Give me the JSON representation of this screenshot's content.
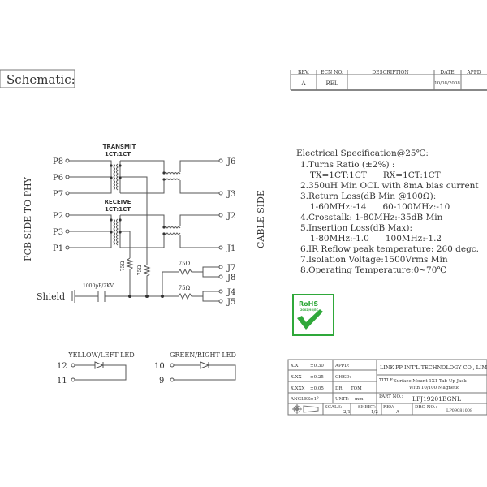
{
  "header": {
    "title": "Schematic:"
  },
  "revision_table": {
    "headers": [
      "REV.",
      "ECN NO.",
      "DESCRIPTION",
      "DATE",
      "APPD"
    ],
    "row": [
      "A",
      "REL",
      "",
      "10/08/2008",
      ""
    ]
  },
  "schematic": {
    "left_side_label": "PCB SIDE TO PHY",
    "right_side_label": "CABLE SIDE",
    "transmit_label": "TRANSMIT",
    "transmit_ratio": "1CT:1CT",
    "receive_label": "RECEIVE",
    "receive_ratio": "1CT:1CT",
    "pins_left": [
      "P8",
      "P6",
      "P7",
      "P2",
      "P3",
      "P1"
    ],
    "pins_right": [
      "J6",
      "J3",
      "J2",
      "J1",
      "J7",
      "J8",
      "J4",
      "J5"
    ],
    "resistor_value": "75Ω",
    "capacitor_label": "1000pF/2KV",
    "shield_label": "Shield"
  },
  "spec": {
    "title": "Electrical Specification@25℃:",
    "lines": [
      "1.Turns Ratio (±2%) :",
      "TX=1CT:1CT      RX=1CT:1CT",
      "2.350uH Min OCL with 8mA bias current",
      "3.Return Loss(dB Min @100Ω):",
      "1-60MHz:-14      60-100MHz:-10",
      "4.Crosstalk: 1-80MHz:-35dB Min",
      "5.Insertion Loss(dB Max):",
      "1-80MHz:-1.0      100MHz:-1.2",
      "6.IR Reflow peak temperature: 260 degc.",
      "7.Isolation Voltage:1500Vrms Min",
      "8.Operating Temperature:0~70℃"
    ]
  },
  "rohs": {
    "label": "RoHS",
    "sub": "2002/95/EC",
    "color": "#2fa83a"
  },
  "leds": {
    "yellow": {
      "label": "YELLOW/LEFT LED",
      "pin_a": "12",
      "pin_b": "11"
    },
    "green": {
      "label": "GREEN/RIGHT LED",
      "pin_a": "10",
      "pin_b": "9"
    }
  },
  "title_block": {
    "tol_x": "X.X",
    "tol_x_val": "±0.30",
    "tol_xx": "X.XX",
    "tol_xx_val": "±0.25",
    "tol_xxx": "X.XXX",
    "tol_xxx_val": "±0.05",
    "angles": "ANGLES",
    "angles_val": "±1°",
    "appd": "APPD:",
    "chkd": "CHKD:",
    "dr": "DR:",
    "dr_val": "TOM",
    "unit": "UNIT:",
    "unit_val": "mm",
    "company": "LINK-PP INT'L TECHNOLOGY CO., LIMITED",
    "title_label": "TITLE:",
    "title_line1": "Surface Mount 1X1 Tab-Up Jack",
    "title_line2": "With 10/100 Magnetic",
    "part_label": "PART NO.:",
    "part_no": "LPJ19201BGNL",
    "scale_label": "SCALE:",
    "scale_val": "2/1",
    "sheet_label": "SHEET:",
    "sheet_val": "1/2",
    "rev_label": "REV:",
    "rev_val": "A",
    "drg_label": "DRG NO.:",
    "drg_val": "LP09081008"
  }
}
